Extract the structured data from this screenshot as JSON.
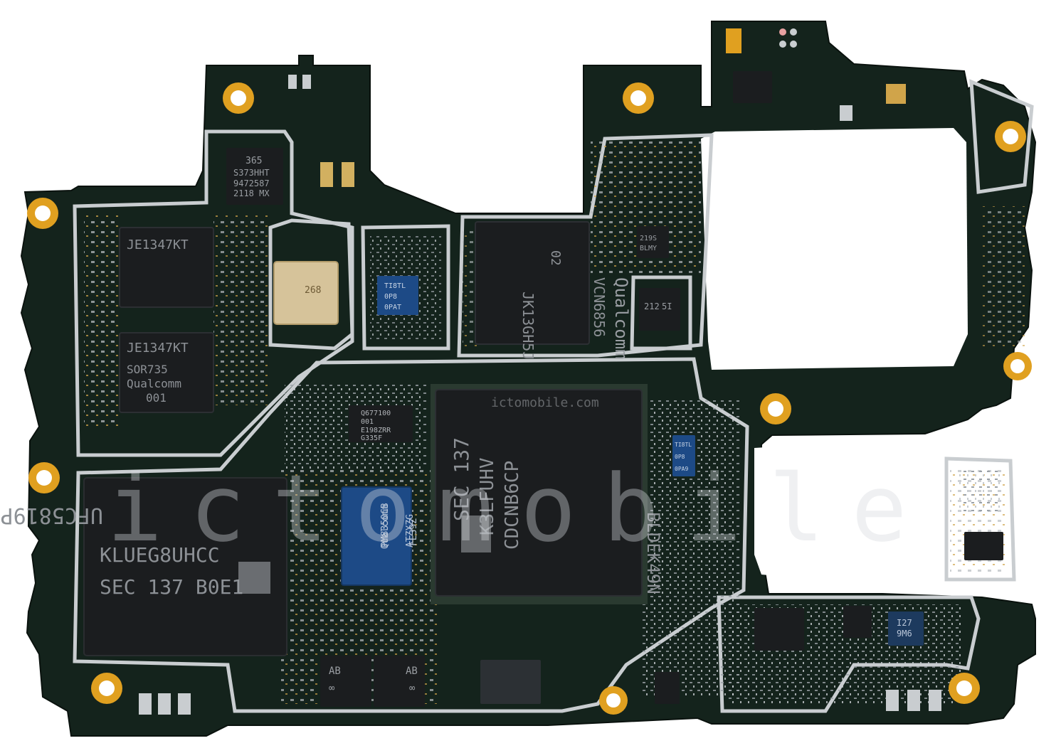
{
  "photo": {
    "board_color": "#14231c",
    "shield_color": "#c9cdd0",
    "gold_color": "#e0a020",
    "chip_color": "#1b1d1f",
    "blue_chip_color": "#1d4a86",
    "watermark_color": "#d7dadf"
  },
  "watermark": {
    "main": "ictomobile",
    "small": "ictomobile.com"
  },
  "chips": {
    "ufs": [
      "UFC5819P",
      "KLUEG8UHCC",
      "SEC 137 B0E1"
    ],
    "dram": [
      "SEC 137",
      "K3LFUHV",
      "CDCNB6CP",
      "BLDEK49N"
    ],
    "modem": [
      "Qualcomm",
      "VCN6856",
      "02",
      "JK13GH5J"
    ],
    "pa_top": [
      "JE1347KT"
    ],
    "pa_bottom": [
      "JE1347KT",
      "Qualcomm",
      "SOR735",
      "001"
    ],
    "pmic": [
      "Qualcomm",
      "PM8350CB",
      "0 120",
      "ATZXZG",
      "FE39Z"
    ],
    "small_top": [
      "365",
      "S373HHT",
      "9472587",
      "2118 MX"
    ],
    "small_mid": [
      "Q677100",
      "001",
      "E198ZRR",
      "G335F"
    ],
    "gold_module": [
      "268"
    ],
    "blue_small": [
      "TI8TL",
      "0P8",
      "0PAT"
    ],
    "blue_right": [
      "TI8TL",
      "0P8",
      "0PA9"
    ],
    "mid_right_pm": [
      "212",
      "5I"
    ],
    "small_right": [
      "219S",
      "BLMY"
    ],
    "bottom_right_a": [
      "I27",
      "9M6"
    ],
    "amp_left": [
      "AB",
      "∞"
    ],
    "amp_right": [
      "AB",
      "∞"
    ]
  }
}
